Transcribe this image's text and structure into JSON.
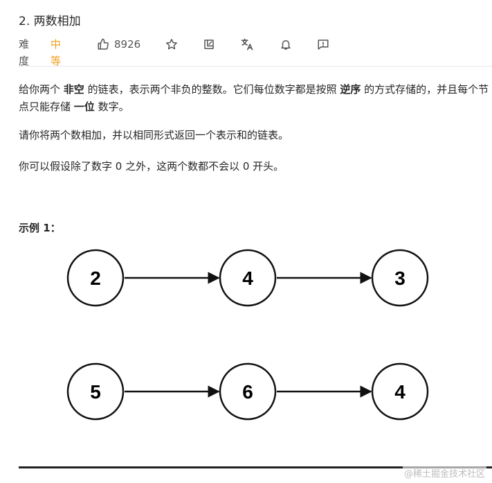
{
  "problem": {
    "title": "2. 两数相加",
    "difficulty_label": "难度",
    "difficulty_value": "中等",
    "likes": "8926"
  },
  "toolbar": {
    "icons": [
      "thumbs-up-icon",
      "star-icon",
      "share-icon",
      "translate-icon",
      "bell-icon",
      "feedback-icon"
    ]
  },
  "description": {
    "p1_a": "给你两个 ",
    "p1_b": "非空",
    "p1_c": " 的链表，表示两个非负的整数。它们每位数字都是按照 ",
    "p1_d": "逆序",
    "p1_e": " 的方式存储的，并且每个节点只能存储 ",
    "p1_f": "一位",
    "p1_g": " 数字。",
    "p2": "请你将两个数相加，并以相同形式返回一个表示和的链表。",
    "p3": "你可以假设除了数字 0 之外，这两个数都不会以 0 开头。"
  },
  "example": {
    "title": "示例 1：",
    "list1": [
      "2",
      "4",
      "3"
    ],
    "list2": [
      "5",
      "6",
      "4"
    ]
  },
  "watermark": "@稀土掘金技术社区",
  "colors": {
    "difficulty_medium": "#f0a020",
    "text": "#262626",
    "icon": "#555555"
  }
}
